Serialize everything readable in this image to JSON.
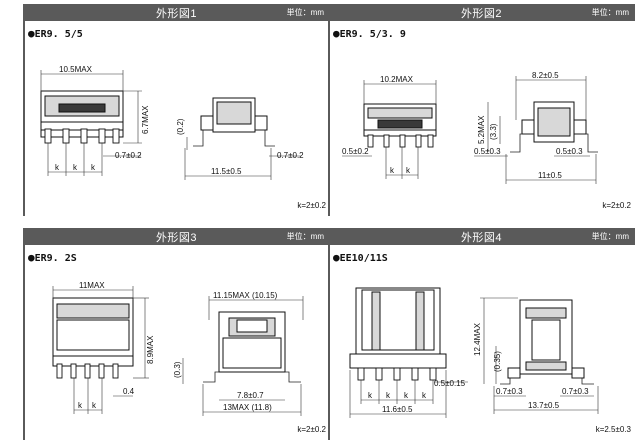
{
  "unit_label": "単位：mm",
  "panels": [
    {
      "title": "外形図1",
      "model": "ER9. 5/5",
      "dims": {
        "w1": "10.5MAX",
        "h1": "6.7MAX",
        "pin1": "0.7±0.2",
        "gap": "(0.2)",
        "pin2": "0.7±0.2",
        "w2": "11.5±0.5",
        "k": "k"
      },
      "knote": "k=2±0.2"
    },
    {
      "title": "外形図2",
      "model": "ER9. 5/3. 9",
      "dims": {
        "w1": "10.2MAX",
        "w2": "8.2±0.5",
        "h1": "5.2MAX",
        "h2": "(3.3)",
        "pin1": "0.5±0.2",
        "pin2": "0.5±0.3",
        "pin3": "0.5±0.3",
        "w3": "11±0.5",
        "k": "k"
      },
      "knote": "k=2±0.2"
    },
    {
      "title": "外形図3",
      "model": "ER9. 2S",
      "dims": {
        "w1": "11MAX",
        "w2": "11.15MAX (10.15)",
        "h1": "8.9MAX",
        "h2": "(0.3)",
        "pin1": "0.4",
        "w3": "7.8±0.7",
        "w4": "13MAX (11.8)",
        "k": "k"
      },
      "knote": "k=2±0.2"
    },
    {
      "title": "外形図4",
      "model": "EE10/11S",
      "dims": {
        "h1": "12.4MAX",
        "h2": "(0.35)",
        "pin1": "0.5±0.15",
        "w1": "11.6±0.5",
        "pin2": "0.7±0.3",
        "pin3": "0.7±0.3",
        "w2": "13.7±0.5",
        "k": "k"
      },
      "knote": "k=2.5±0.3"
    }
  ]
}
